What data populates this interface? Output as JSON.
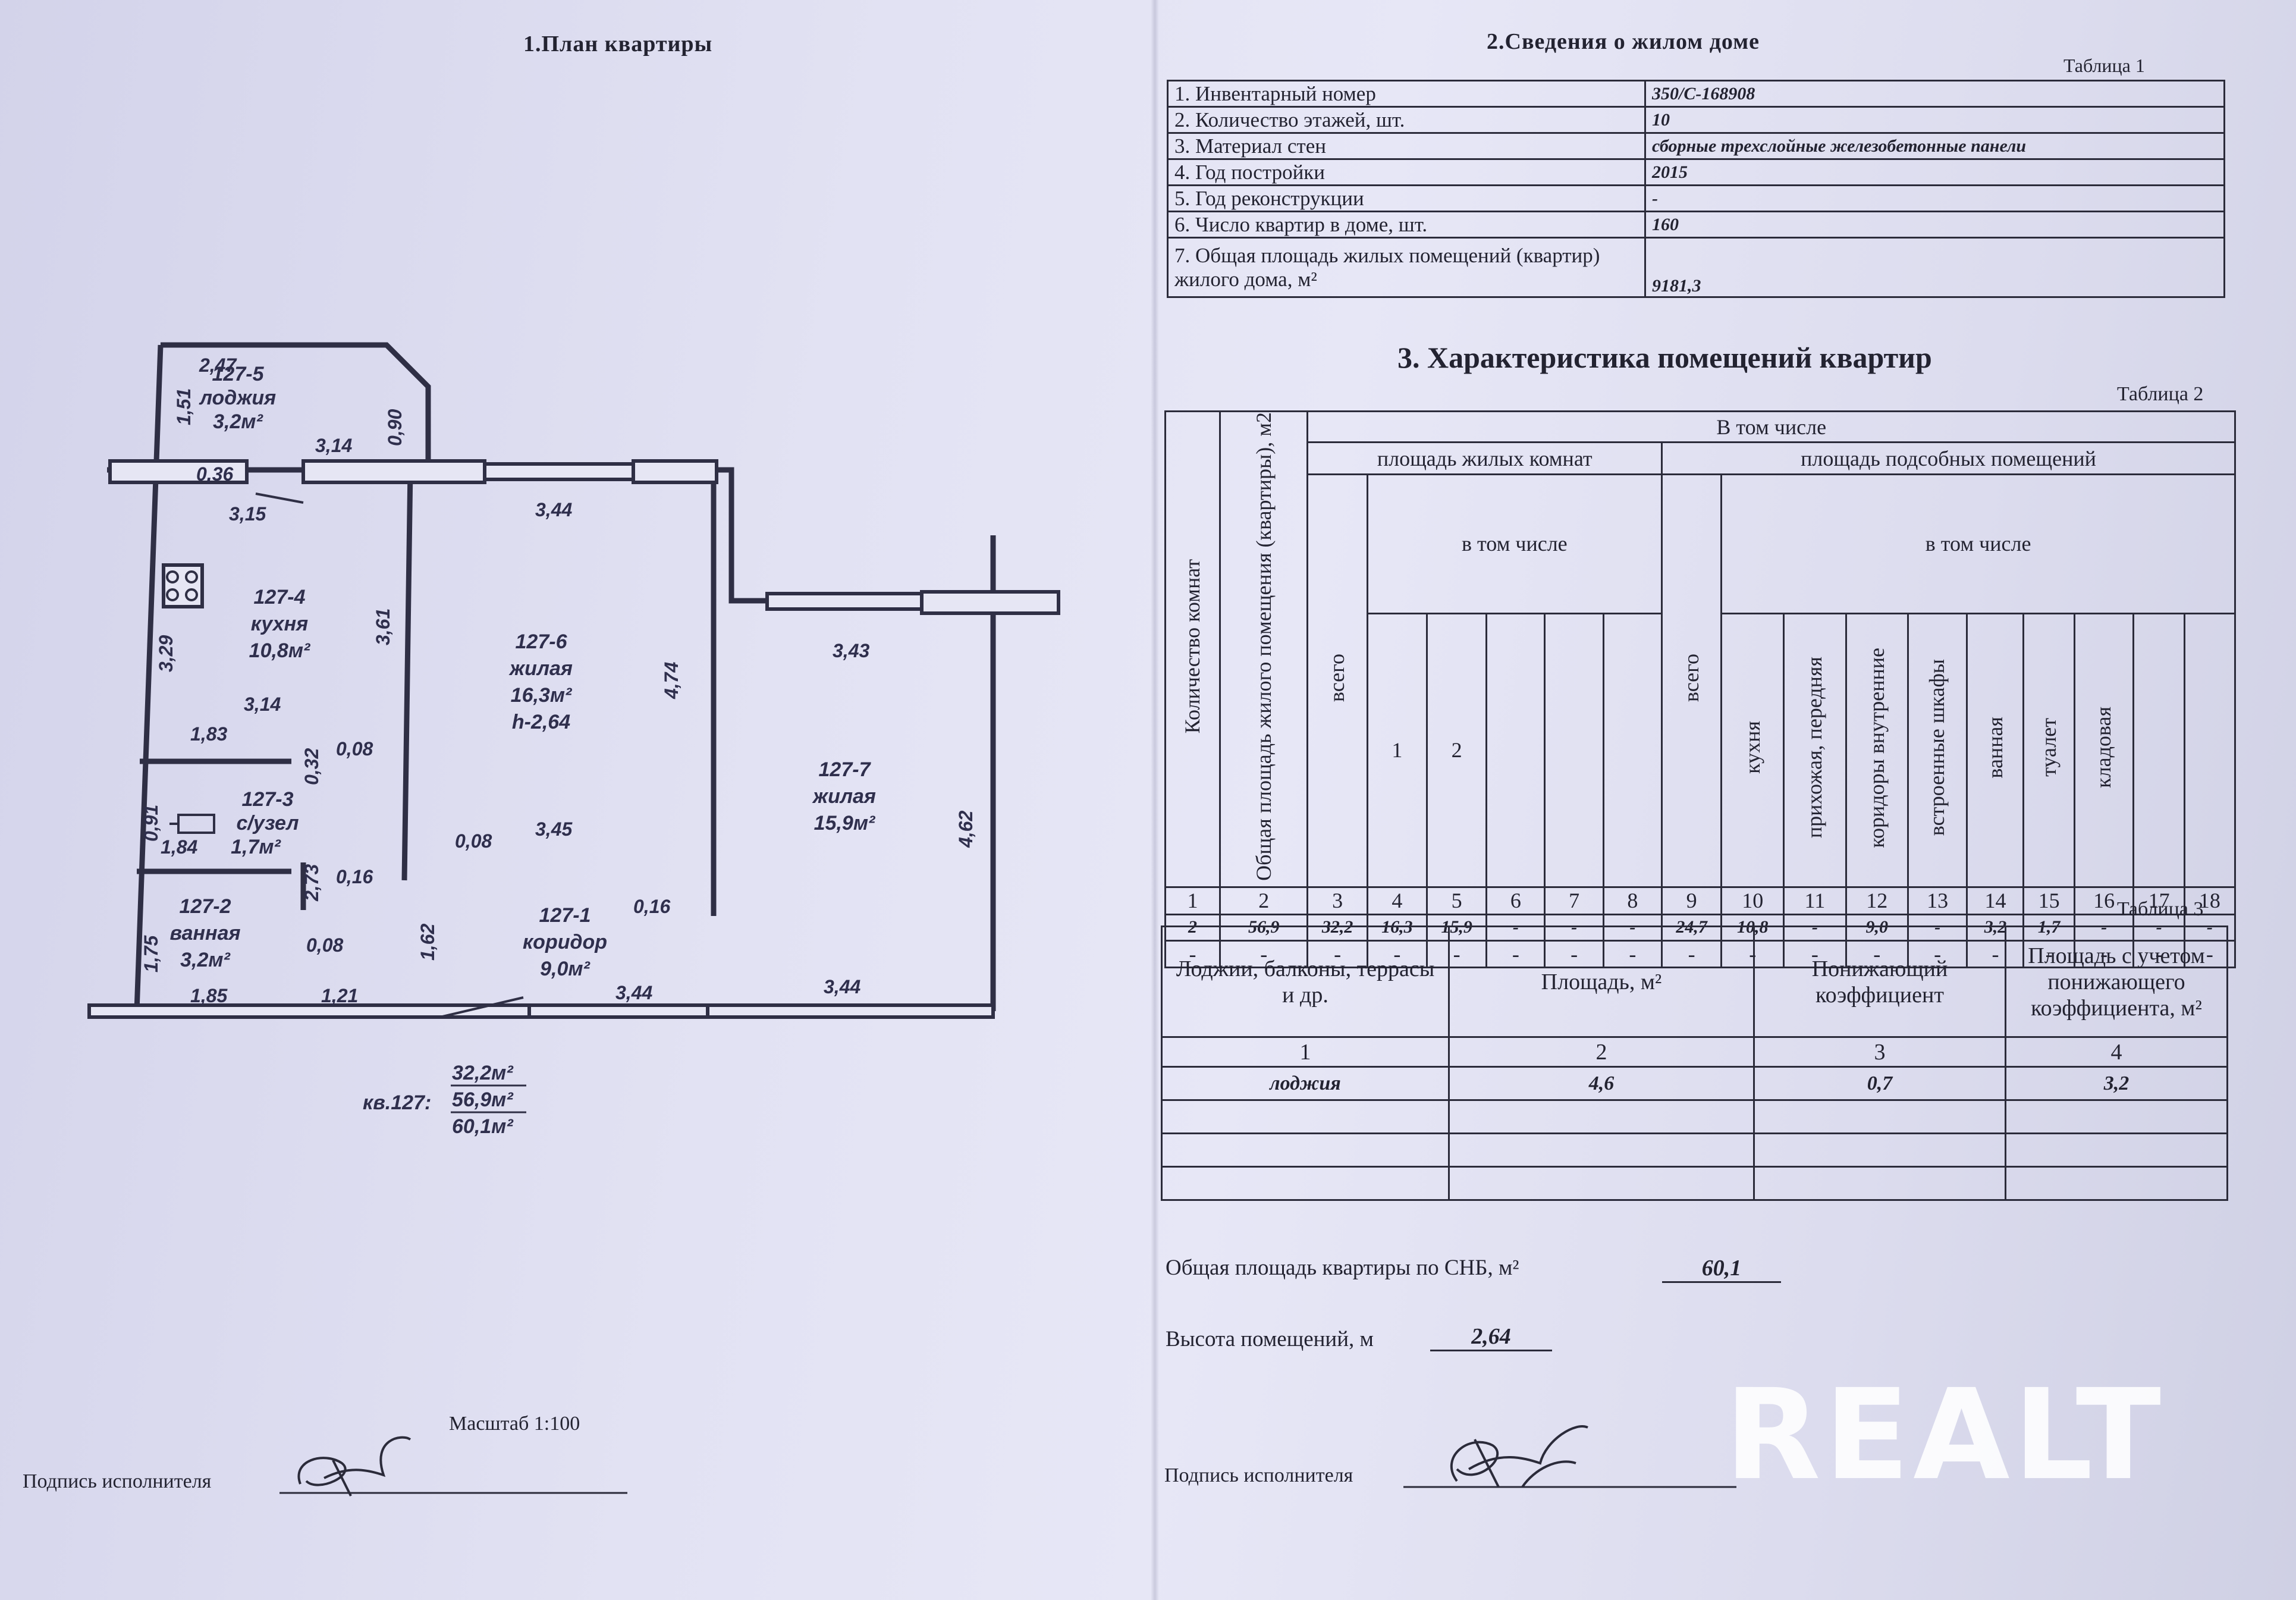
{
  "left": {
    "title": "1.План квартиры",
    "scale": "Масштаб 1:100",
    "signature_label": "Подпись исполнителя",
    "rooms": {
      "loggia": {
        "id": "127-5",
        "name": "лоджия",
        "area": "3,2м²"
      },
      "kitchen": {
        "id": "127-4",
        "name": "кухня",
        "area": "10,8м²"
      },
      "living1": {
        "id": "127-6",
        "name": "жилая",
        "area": "16,3м²",
        "height": "h-2,64"
      },
      "living2": {
        "id": "127-7",
        "name": "жилая",
        "area": "15,9м²"
      },
      "wc": {
        "id": "127-3",
        "name": "с/узел",
        "area": "1,7м²"
      },
      "bath": {
        "id": "127-2",
        "name": "ванная",
        "area": "3,2м²"
      },
      "corridor": {
        "id": "127-1",
        "name": "коридор",
        "area": "9,0м²"
      }
    },
    "dims": [
      "2,47",
      "1,51",
      "0,90",
      "3,14",
      "0,36",
      "3,15",
      "3,44",
      "3,29",
      "3,61",
      "3,14",
      "4,74",
      "3,43",
      "1,83",
      "0,32",
      "0,08",
      "0,91",
      "1,84",
      "2,73",
      "0,16",
      "0,08",
      "3,45",
      "4,62",
      "1,75",
      "0,08",
      "1,62",
      "0,16",
      "1,85",
      "1,21",
      "3,44",
      "3,44"
    ],
    "summary": {
      "apt": "кв.127:",
      "living": "32,2м²",
      "total": "56,9м²",
      "all": "60,1м²"
    }
  },
  "right": {
    "section2_title": "2.Сведения о жилом доме",
    "table1": {
      "caption": "Таблица 1",
      "rows": [
        {
          "label": "1. Инвентарный номер",
          "value": "350/С-168908"
        },
        {
          "label": "2. Количество этажей, шт.",
          "value": "10"
        },
        {
          "label": "3. Материал стен",
          "value": "сборные трехслойные железобетонные панели"
        },
        {
          "label": "4. Год постройки",
          "value": "2015"
        },
        {
          "label": "5. Год реконструкции",
          "value": "-"
        },
        {
          "label": "6. Число квартир в доме, шт.",
          "value": "160"
        },
        {
          "label": "7. Общая площадь жилых помещений (квартир) жилого дома, м²",
          "value": "9181,3"
        }
      ]
    },
    "section3_title": "3. Характеристика помещений квартир",
    "table2": {
      "caption": "Таблица 2",
      "h_incl": "В том числе",
      "h_living": "площадь жилых комнат",
      "h_aux": "площадь подсобных помещений",
      "h_sub": "в том числе",
      "c1": "Количество комнат",
      "c2": "Общая площадь жилого помещения (квартиры), м2",
      "c_total": "всего",
      "r1": "1",
      "r2": "2",
      "aux": [
        "кухня",
        "прихожая, передняя",
        "коридоры внутренние",
        "встроенные шкафы",
        "ванная",
        "туалет",
        "кладовая"
      ],
      "nums": [
        "1",
        "2",
        "3",
        "4",
        "5",
        "6",
        "7",
        "8",
        "9",
        "10",
        "11",
        "12",
        "13",
        "14",
        "15",
        "16",
        "17",
        "18"
      ],
      "row1": [
        "2",
        "56,9",
        "32,2",
        "16,3",
        "15,9",
        "-",
        "-",
        "-",
        "24,7",
        "10,8",
        "-",
        "9,0",
        "-",
        "3,2",
        "1,7",
        "-",
        "-",
        "-"
      ],
      "row2": [
        "-",
        "-",
        "-",
        "-",
        "-",
        "-",
        "-",
        "-",
        "-",
        "-",
        "-",
        "-",
        "-",
        "-",
        "-",
        "-",
        "-",
        "-"
      ]
    },
    "table3": {
      "caption": "Таблица 3",
      "headers": [
        "Лоджии, балконы, террасы и др.",
        "Площадь, м²",
        "Понижающий коэффициент",
        "Площадь с учетом понижающего коэффициента, м²"
      ],
      "nums": [
        "1",
        "2",
        "3",
        "4"
      ],
      "row": [
        "лоджия",
        "4,6",
        "0,7",
        "3,2"
      ]
    },
    "total_label": "Общая площадь квартиры по СНБ,  м²",
    "total_value": "60,1",
    "height_label": "Высота помещений, м",
    "height_value": "2,64",
    "signature_label": "Подпись исполнителя"
  },
  "watermark": "REALT"
}
